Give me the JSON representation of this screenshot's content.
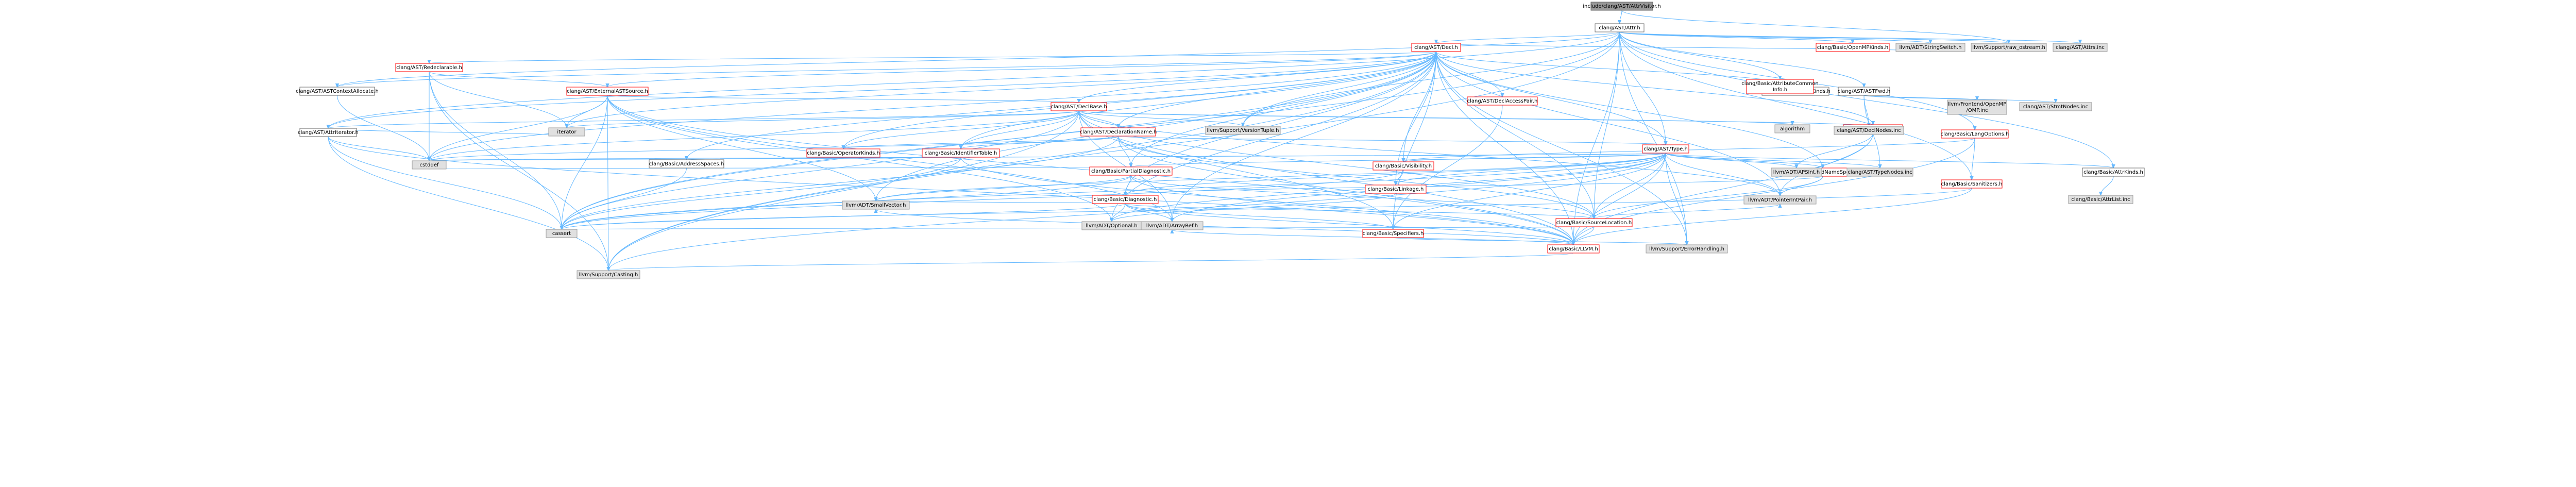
{
  "graph": {
    "title": "",
    "colors": {
      "root_fill": "#999999",
      "root_border": "#666666",
      "local_fill": "#ffffff",
      "local_border": "#666666",
      "local_text": "#000000",
      "red_border": "#ff0000",
      "external_fill": "#e0e0e0",
      "external_border": "#999999",
      "edge_color": "#63b8ff",
      "edge_color_dark": "#63b8ff"
    },
    "nodes": [
      {
        "id": "root",
        "label": "include/clang/AST/AttrVisitor.h",
        "kind": "root"
      },
      {
        "id": "attr_h",
        "label": "clang/AST/Attr.h",
        "kind": "local"
      },
      {
        "id": "decl_h",
        "label": "clang/AST/Decl.h",
        "kind": "red"
      },
      {
        "id": "openmpkinds",
        "label": "clang/Basic/OpenMPKinds.h",
        "kind": "red"
      },
      {
        "id": "stringswitch",
        "label": "llvm/ADT/StringSwitch.h",
        "kind": "external"
      },
      {
        "id": "raw_ostream",
        "label": "llvm/Support/raw_ostream.h",
        "kind": "external"
      },
      {
        "id": "attrs_inc",
        "label": "clang/AST/Attrs.inc",
        "kind": "external"
      },
      {
        "id": "redeclarable",
        "label": "clang/AST/Redeclarable.h",
        "kind": "red"
      },
      {
        "id": "astcontextalloc",
        "label": "clang/AST/ASTContextAllocate.h",
        "kind": "local"
      },
      {
        "id": "externalastsource",
        "label": "clang/AST/ExternalASTSource.h",
        "kind": "red"
      },
      {
        "id": "declbase",
        "label": "clang/AST/DeclBase.h",
        "kind": "red"
      },
      {
        "id": "declarationname",
        "label": "clang/AST/DeclarationName.h",
        "kind": "red"
      },
      {
        "id": "declaccesspair",
        "label": "clang/AST/DeclAccessPair.h",
        "kind": "red"
      },
      {
        "id": "pragmakinds",
        "label": "clang/Basic/PragmaKinds.h",
        "kind": "local"
      },
      {
        "id": "attributecommoninfo",
        "label": "clang/Basic/AttributeCommon\nInfo.h",
        "kind": "red"
      },
      {
        "id": "astfwd",
        "label": "clang/AST/ASTFwd.h",
        "kind": "local"
      },
      {
        "id": "attriterator",
        "label": "clang/AST/AttrIterator.h",
        "kind": "local"
      },
      {
        "id": "type_h",
        "label": "clang/AST/Type.h",
        "kind": "red"
      },
      {
        "id": "apvalue",
        "label": "clang/AST/APValue.h",
        "kind": "red"
      },
      {
        "id": "nestednamespec",
        "label": "clang/AST/NestedNameSpecifier.h",
        "kind": "red"
      },
      {
        "id": "langoptions",
        "label": "clang/Basic/LangOptions.h",
        "kind": "red"
      },
      {
        "id": "sanitizers",
        "label": "clang/Basic/Sanitizers.h",
        "kind": "red"
      },
      {
        "id": "attrkinds",
        "label": "clang/Basic/AttrKinds.h",
        "kind": "local"
      },
      {
        "id": "operatorkinds",
        "label": "clang/Basic/OperatorKinds.h",
        "kind": "red"
      },
      {
        "id": "identifiertable",
        "label": "clang/Basic/IdentifierTable.h",
        "kind": "red"
      },
      {
        "id": "partialdiagnostic",
        "label": "clang/Basic/PartialDiagnostic.h",
        "kind": "red"
      },
      {
        "id": "diagnostic",
        "label": "clang/Basic/Diagnostic.h",
        "kind": "red"
      },
      {
        "id": "visibility",
        "label": "clang/Basic/Visibility.h",
        "kind": "red"
      },
      {
        "id": "linkage",
        "label": "clang/Basic/Linkage.h",
        "kind": "red"
      },
      {
        "id": "addressspaces",
        "label": "clang/Basic/AddressSpaces.h",
        "kind": "local"
      },
      {
        "id": "specifiers",
        "label": "clang/Basic/Specifiers.h",
        "kind": "red"
      },
      {
        "id": "sourcelocation",
        "label": "clang/Basic/SourceLocation.h",
        "kind": "red"
      },
      {
        "id": "llvm_h",
        "label": "clang/Basic/LLVM.h",
        "kind": "red"
      },
      {
        "id": "versiontuple",
        "label": "llvm/Support/VersionTuple.h",
        "kind": "external"
      },
      {
        "id": "algorithm",
        "label": "algorithm",
        "kind": "external"
      },
      {
        "id": "declnodes",
        "label": "clang/AST/DeclNodes.inc",
        "kind": "external"
      },
      {
        "id": "frontendopenmp",
        "label": "llvm/Frontend/OpenMP\n/OMP.inc",
        "kind": "external"
      },
      {
        "id": "stmtnodes",
        "label": "clang/AST/StmtNodes.inc",
        "kind": "external"
      },
      {
        "id": "typenodes",
        "label": "clang/AST/TypeNodes.inc",
        "kind": "external"
      },
      {
        "id": "apsint",
        "label": "llvm/ADT/APSInt.h",
        "kind": "external"
      },
      {
        "id": "pointerintpair",
        "label": "llvm/ADT/PointerIntPair.h",
        "kind": "external"
      },
      {
        "id": "attrlist_inc",
        "label": "clang/Basic/AttrList.inc",
        "kind": "external"
      },
      {
        "id": "iterator",
        "label": "iterator",
        "kind": "external"
      },
      {
        "id": "cstddef",
        "label": "cstddef",
        "kind": "external"
      },
      {
        "id": "smallvector",
        "label": "llvm/ADT/SmallVector.h",
        "kind": "external"
      },
      {
        "id": "optional",
        "label": "llvm/ADT/Optional.h",
        "kind": "external"
      },
      {
        "id": "arrayref",
        "label": "llvm/ADT/ArrayRef.h",
        "kind": "external"
      },
      {
        "id": "cassert",
        "label": "cassert",
        "kind": "external"
      },
      {
        "id": "errorhandling",
        "label": "llvm/Support/ErrorHandling.h",
        "kind": "external"
      },
      {
        "id": "casting",
        "label": "llvm/Support/Casting.h",
        "kind": "external"
      }
    ]
  }
}
